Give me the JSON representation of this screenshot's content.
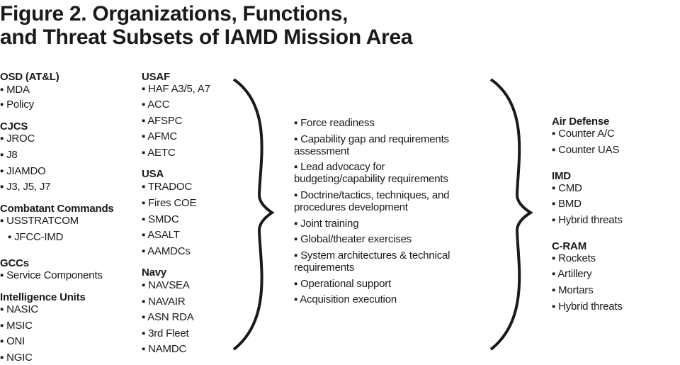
{
  "title": {
    "line1": "Figure 2. Organizations, Functions,",
    "line2": "and Threat Subsets of IAMD Mission Area"
  },
  "organizations_col1": [
    {
      "heading": "OSD (AT&L)",
      "items": [
        "MDA",
        "Policy"
      ]
    },
    {
      "heading": "CJCS",
      "items": [
        "JROC",
        "J8",
        "JIAMDO",
        "J3, J5, J7"
      ]
    },
    {
      "heading": "Combatant Commands",
      "items": [
        "USSTRATCOM",
        "JFCC-IMD"
      ]
    },
    {
      "heading": "GCCs",
      "items": [
        "Service Components"
      ]
    },
    {
      "heading": "Intelligence Units",
      "items": [
        "NASIC",
        "MSIC",
        "ONI",
        "NGIC"
      ]
    }
  ],
  "organizations_col2": [
    {
      "heading": "USAF",
      "items": [
        "HAF A3/5, A7",
        "ACC",
        "AFSPC",
        "AFMC",
        "AETC"
      ]
    },
    {
      "heading": "USA",
      "items": [
        "TRADOC",
        "Fires COE",
        "SMDC",
        "ASALT",
        "AAMDCs"
      ]
    },
    {
      "heading": "Navy",
      "items": [
        "NAVSEA",
        "NAVAIR",
        "ASN RDA",
        "3rd Fleet",
        "NAMDC"
      ]
    }
  ],
  "functions": [
    [
      "Force readiness"
    ],
    [
      "Capability gap and requirements",
      "assessment"
    ],
    [
      "Lead advocacy for",
      "budgeting/capability requirements"
    ],
    [
      "Doctrine/tactics, techniques, and",
      "procedures development"
    ],
    [
      "Joint training"
    ],
    [
      "Global/theater exercises"
    ],
    [
      "System architectures & technical",
      "requirements"
    ],
    [
      "Operational support"
    ],
    [
      "Acquisition execution"
    ]
  ],
  "threats": [
    {
      "heading": "Air Defense",
      "items": [
        "Counter A/C",
        "Counter UAS"
      ]
    },
    {
      "heading": "IMD",
      "items": [
        "CMD",
        "BMD",
        "Hybrid threats"
      ]
    },
    {
      "heading": "C-RAM",
      "items": [
        "Rockets",
        "Artillery",
        "Mortars",
        "Hybrid threats"
      ]
    }
  ],
  "bullet": "▪"
}
